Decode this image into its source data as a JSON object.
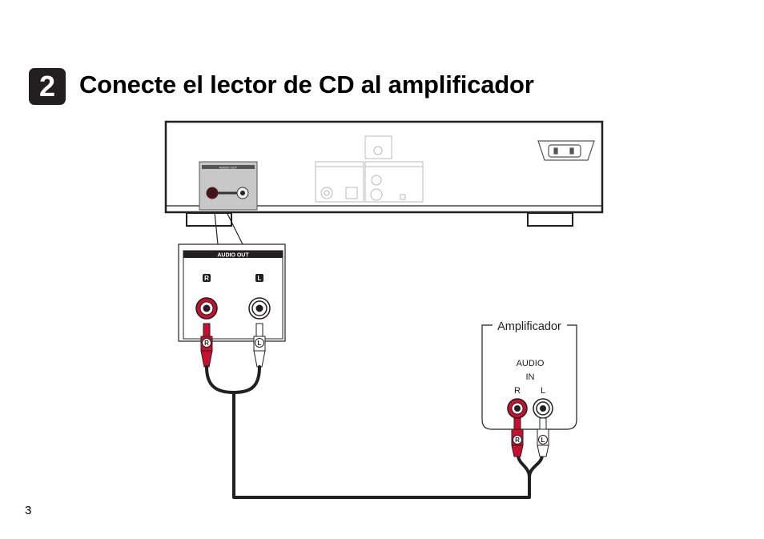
{
  "step": {
    "number": "2"
  },
  "heading": {
    "title": "Conecte el lector de CD al amplificador"
  },
  "cd_player": {
    "rear_panel": {
      "audio_out_label": "AUDIO OUT"
    },
    "zoom": {
      "audio_out_label": "AUDIO OUT",
      "jack_r": "R",
      "jack_l": "L"
    }
  },
  "cable": {
    "plug_r": "R",
    "plug_l": "L",
    "colors": {
      "right": "#c8102e",
      "left": "#ffffff",
      "cord": "#000000"
    }
  },
  "amplifier": {
    "label": "Amplificador",
    "input_line1": "AUDIO",
    "input_line2": "IN",
    "jack_r": "R",
    "jack_l": "L",
    "plug_r": "R",
    "plug_l": "L"
  },
  "footer": {
    "page_number": "3"
  }
}
